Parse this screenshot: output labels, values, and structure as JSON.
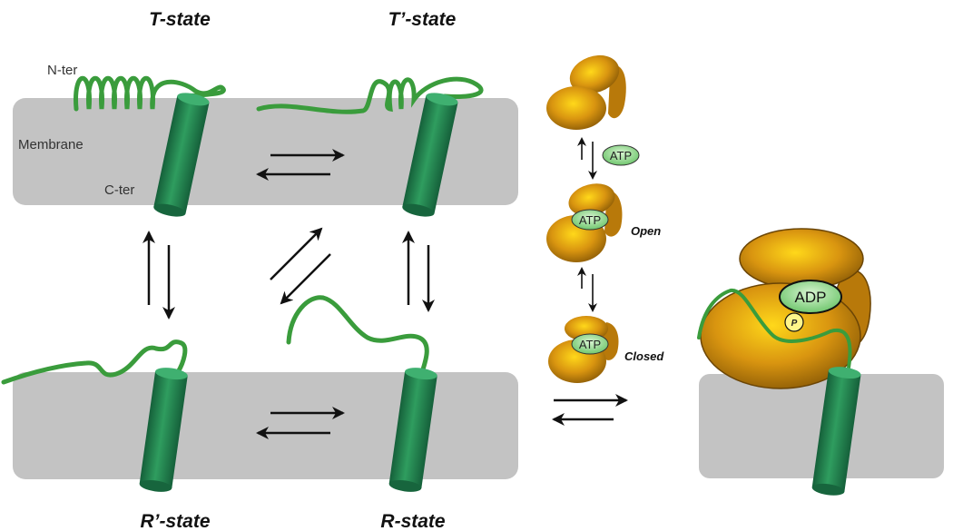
{
  "states": {
    "t_state": "T-state",
    "t_prime_state": "T’-state",
    "r_prime_state": "R’-state",
    "r_state": "R-state"
  },
  "labels": {
    "n_ter": "N-ter",
    "c_ter": "C-ter",
    "membrane": "Membrane"
  },
  "kinase": {
    "atp": "ATP",
    "adp": "ADP",
    "phosphate": "P",
    "open": "Open",
    "closed": "Closed"
  },
  "colors": {
    "membrane": "#c3c3c3",
    "helix": "#2a8f55",
    "kinase": "#c98a0c",
    "nucleotide": "#7fcf7a"
  }
}
